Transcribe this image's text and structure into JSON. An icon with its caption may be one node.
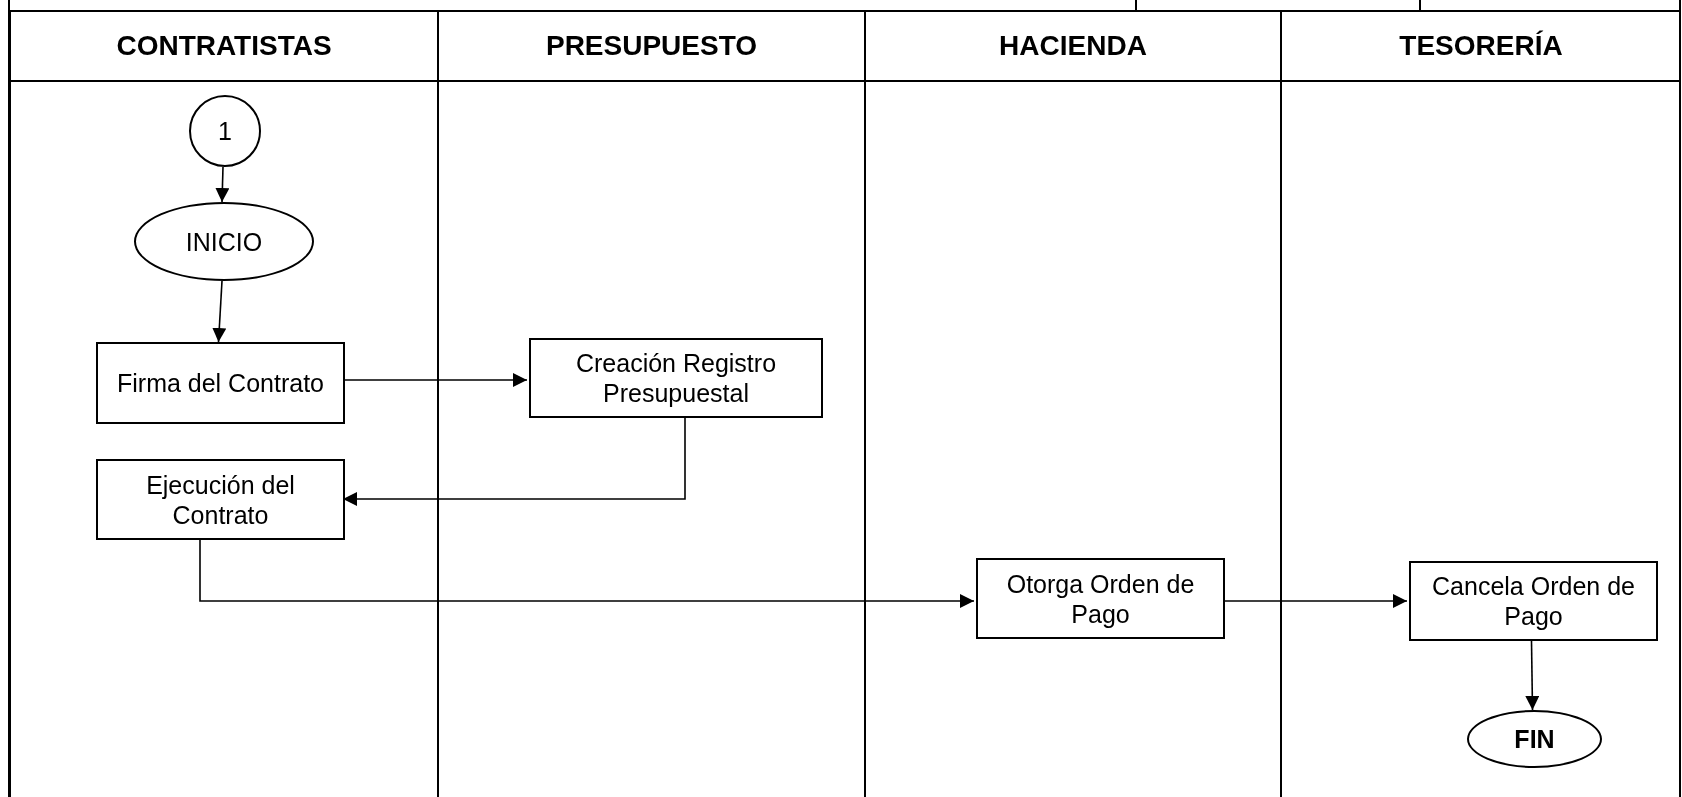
{
  "diagram": {
    "nodes": [
      {
        "text": [
          "CONTRATISTAS"
        ]
      },
      {
        "text": [
          "PRESUPUESTO"
        ]
      },
      {
        "text": [
          "HACIENDA"
        ]
      },
      {
        "text": [
          "TESORERÍA"
        ]
      },
      {
        "text": [
          "1"
        ],
        "in": 0
      },
      {
        "text": [
          "INICIO"
        ],
        "in": 0
      },
      {
        "text": [
          "Firma del Contrato"
        ],
        "in": 0
      },
      {
        "text": [
          "Creación Registro Presupuestal"
        ],
        "in": 1
      },
      {
        "text": [
          "Ejecución del Contrato"
        ],
        "in": 0
      },
      {
        "text": [
          "Otorga Orden de Pago"
        ],
        "in": 2
      },
      {
        "text": [
          "Cancela Orden de Pago"
        ],
        "in": 3
      },
      {
        "text": [
          "FIN"
        ],
        "in": 3
      }
    ],
    "edges": [
      {
        "from": 4,
        "to": 5,
        "arrow": "to"
      },
      {
        "from": 5,
        "to": 6,
        "arrow": "to"
      },
      {
        "from": 6,
        "to": 7,
        "arrow": "to"
      },
      {
        "from": 7,
        "to": 8,
        "arrow": "to"
      },
      {
        "from": 8,
        "to": 9,
        "arrow": "to"
      },
      {
        "from": 9,
        "to": 10,
        "arrow": "to"
      },
      {
        "from": 10,
        "to": 11,
        "arrow": "to"
      }
    ]
  }
}
